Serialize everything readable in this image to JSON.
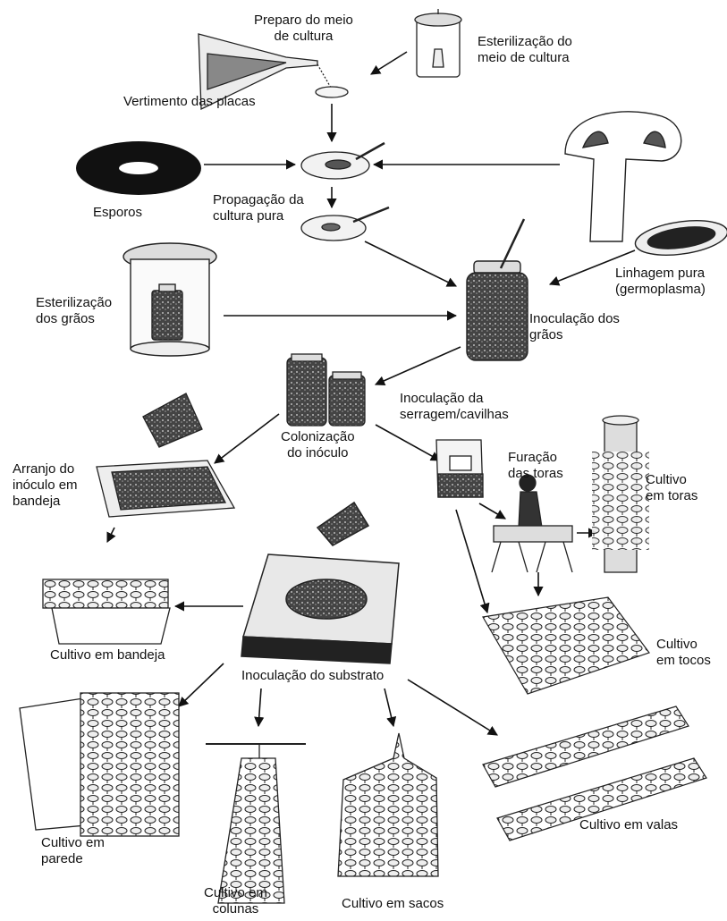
{
  "labels": {
    "preparo": [
      "Preparo do meio",
      "de cultura"
    ],
    "esterilizacao_meio": [
      "Esterilização do",
      "meio de cultura"
    ],
    "vertimento": "Vertimento das placas",
    "esporos": "Esporos",
    "propagacao": [
      "Propagação da",
      "cultura pura"
    ],
    "linhagem": [
      "Linhagem pura",
      "(germoplasma)"
    ],
    "esterilizacao_graos": [
      "Esterilização",
      "dos grãos"
    ],
    "inoculacao_graos": [
      "Inoculação dos",
      "grãos"
    ],
    "inoculacao_serragem": [
      "Inoculação da",
      "serragem/cavilhas"
    ],
    "colonizacao": [
      "Colonização",
      "do inóculo"
    ],
    "arranjo": [
      "Arranjo do",
      "inóculo em",
      "bandeja"
    ],
    "furacao": [
      "Furação",
      "das toras"
    ],
    "cultivo_toras": [
      "Cultivo",
      "em toras"
    ],
    "cultivo_bandeja": "Cultivo em bandeja",
    "inoculacao_substrato": "Inoculação do substrato",
    "cultivo_tocos": [
      "Cultivo",
      "em tocos"
    ],
    "cultivo_parede": [
      "Cultivo em",
      "parede"
    ],
    "cultivo_colunas": [
      "Cultivo em",
      "colunas"
    ],
    "cultivo_sacos": "Cultivo em sacos",
    "cultivo_valas": "Cultivo em valas"
  }
}
